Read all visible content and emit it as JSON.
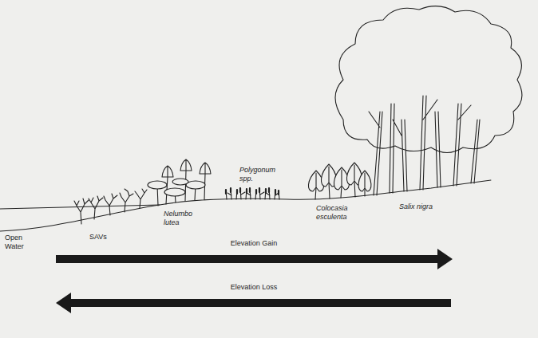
{
  "diagram": {
    "labels": [
      "Open Water",
      "SAVs",
      "Nelumbo lutea",
      "Polygonum spp.",
      "Colocasia esculenta",
      "Salix nigra",
      "Elevation Gain",
      "Elevation Loss"
    ]
  }
}
